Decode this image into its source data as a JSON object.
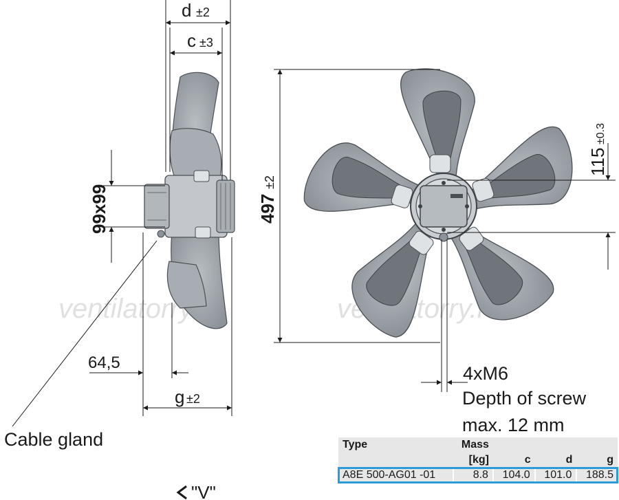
{
  "dimensions": {
    "d": "d",
    "d_tol": "±2",
    "c": "c",
    "c_tol": "±3",
    "side_square": "99x99",
    "overall_dia": "497",
    "overall_tol": "±2",
    "offset_115": "115",
    "offset_tol": "±0.3",
    "offset_645": "64,5",
    "g": "g",
    "g_tol": "±2"
  },
  "callouts": {
    "cable_gland": "Cable gland",
    "screws": "4xM6",
    "screw_depth_1": "Depth of screw",
    "screw_depth_2": "max. 12 mm",
    "view_v": "\"V\""
  },
  "watermark": "ventilatorry.ru",
  "table": {
    "head_type": "Type",
    "head_mass_1": "Mass",
    "head_mass_2": "[kg]",
    "head_c": "c",
    "head_d": "d",
    "head_g": "g",
    "row": {
      "type": "A8E 500-AG01 -01",
      "mass": "8.8",
      "c": "104.0",
      "d": "101.0",
      "g": "188.5"
    }
  },
  "colors": {
    "blade": "#9aa0a6",
    "blade_edge": "#4a4f54",
    "highlight": "#2b9cd8"
  }
}
